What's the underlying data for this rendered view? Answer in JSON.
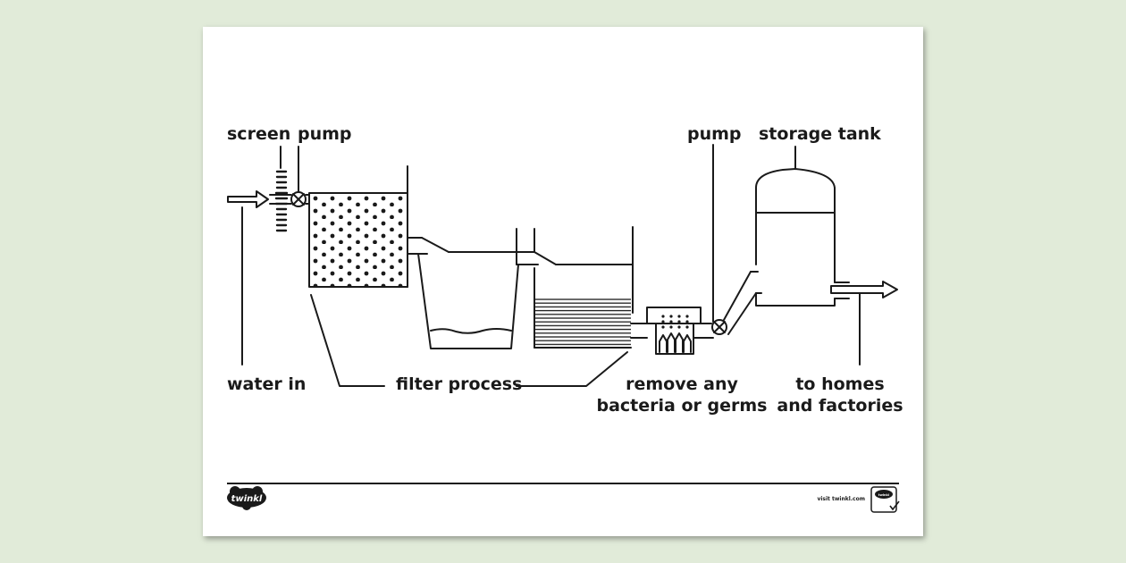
{
  "labels": {
    "screen": "screen",
    "pump_left": "pump",
    "pump_right": "pump",
    "storage_tank": "storage tank",
    "water_in": "water in",
    "filter_process": "filter process",
    "remove_line1": "remove any",
    "remove_line2": "bacteria or germs",
    "homes_line1": "to homes",
    "homes_line2": "and factories"
  },
  "footer": {
    "brand": "twinkl",
    "visit": "visit twinkl.com",
    "badge_brand": "twinkl"
  },
  "colors": {
    "background": "#e1ebd9",
    "ink": "#1a1a1a",
    "page": "#ffffff"
  }
}
